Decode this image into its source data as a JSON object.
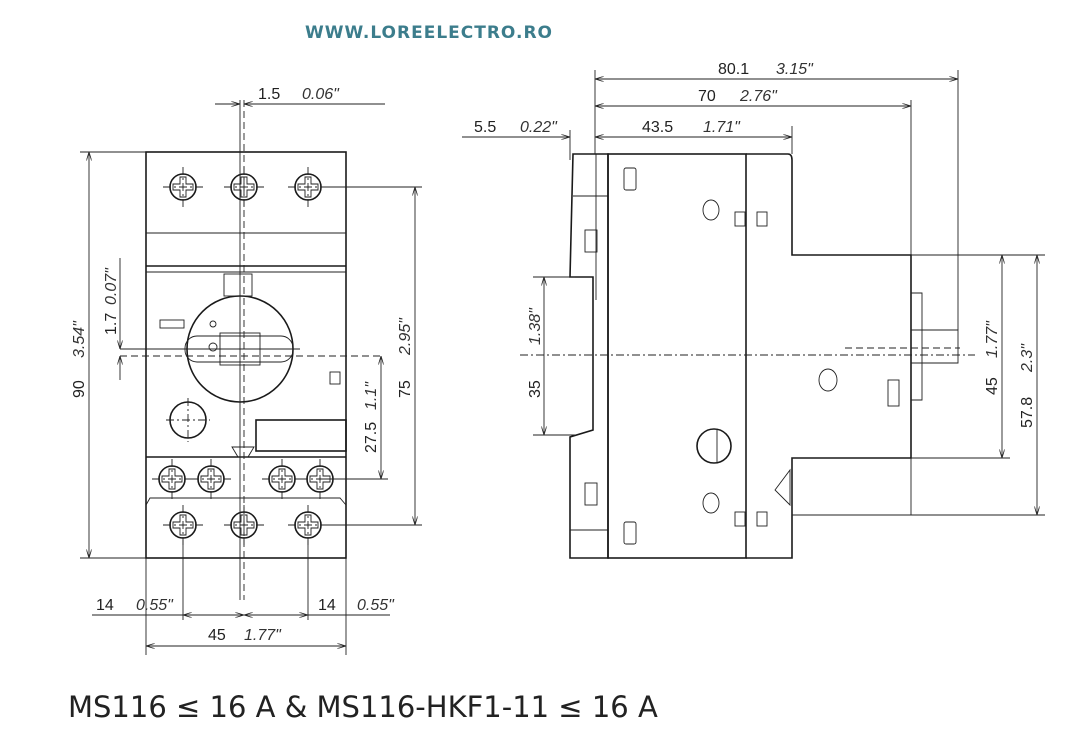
{
  "watermark": "WWW.LOREELECTRO.RO",
  "title": "MS116 ≤ 16 A & MS116-HKF1-11 ≤ 16 A",
  "front_view": {
    "dim_offset": {
      "mm": "1.5",
      "in": "0.06\""
    },
    "dim_height": {
      "mm": "90",
      "in": "3.54\""
    },
    "dim_knob_offset": {
      "mm": "1.7",
      "in": "0.07\""
    },
    "dim_terminal_span": {
      "mm": "75",
      "in": "2.95\""
    },
    "dim_lower": {
      "mm": "27.5",
      "in": "1.1\""
    },
    "dim_pitch_left": {
      "mm": "14",
      "in": "0.55\""
    },
    "dim_pitch_right": {
      "mm": "14",
      "in": "0.55\""
    },
    "dim_width": {
      "mm": "45",
      "in": "1.77\""
    }
  },
  "side_view": {
    "dim_total_depth": {
      "mm": "80.1",
      "in": "3.15\""
    },
    "dim_depth": {
      "mm": "70",
      "in": "2.76\""
    },
    "dim_body_depth": {
      "mm": "43.5",
      "in": "1.71\""
    },
    "dim_rail": {
      "mm": "5.5",
      "in": "0.22\""
    },
    "dim_rail_height": {
      "mm": "35",
      "in": "1.38\""
    },
    "dim_front_height": {
      "mm": "45",
      "in": "1.77\""
    },
    "dim_front_bottom": {
      "mm": "57.8",
      "in": "2.3\""
    }
  }
}
